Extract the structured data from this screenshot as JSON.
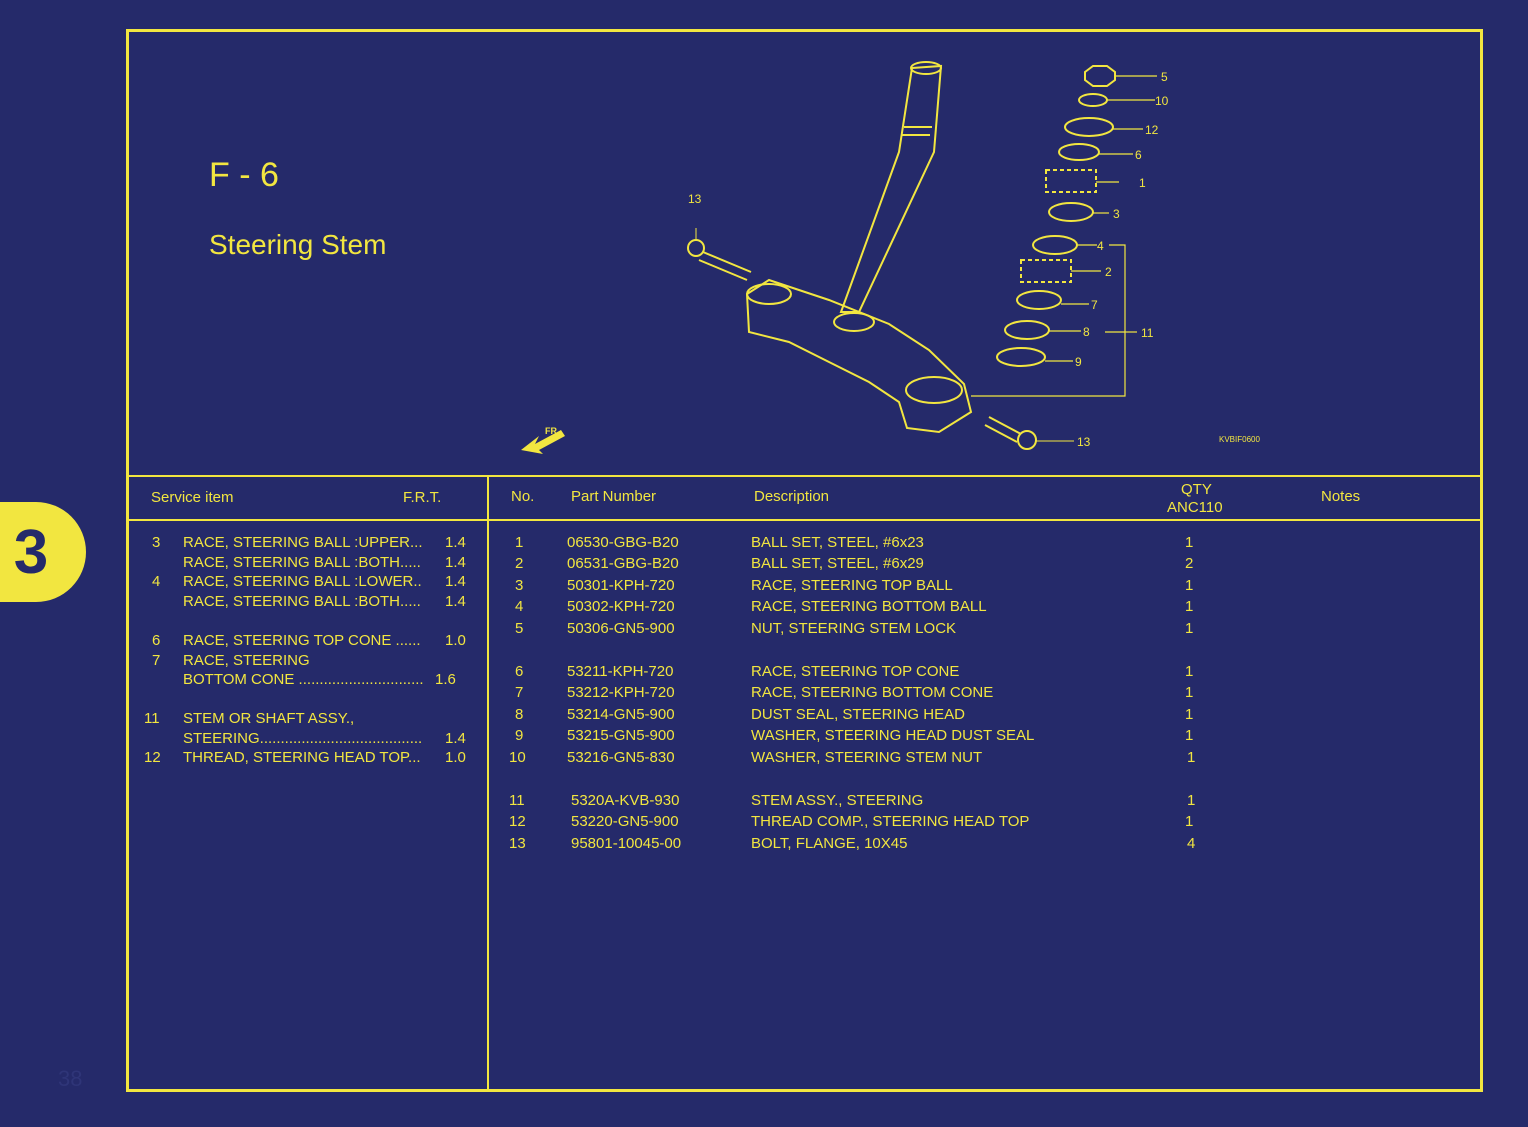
{
  "page": {
    "tab_glyph": "3",
    "page_number": "38"
  },
  "figure": {
    "code": "F - 6",
    "title": "Steering Stem",
    "drawing_code": "KVBIF0600",
    "front_marker": "FR."
  },
  "callouts": {
    "c1": "1",
    "c2": "2",
    "c3": "3",
    "c4": "4",
    "c5": "5",
    "c6": "6",
    "c7": "7",
    "c8": "8",
    "c9": "9",
    "c10": "10",
    "c11": "11",
    "c12": "12",
    "c13": "13"
  },
  "service_table": {
    "headers": {
      "item": "Service item",
      "frt": "F.R.T."
    },
    "rows": [
      {
        "no": "3",
        "desc": "RACE, STEERING BALL :UPPER...",
        "frt": "1.4"
      },
      {
        "no": "",
        "desc": "RACE, STEERING BALL :BOTH.....",
        "frt": "1.4"
      },
      {
        "no": "4",
        "desc": "RACE, STEERING BALL :LOWER..",
        "frt": "1.4"
      },
      {
        "no": "",
        "desc": "RACE, STEERING BALL :BOTH.....",
        "frt": "1.4"
      },
      {
        "no": "6",
        "desc": "RACE, STEERING TOP CONE ......",
        "frt": "1.0"
      },
      {
        "no": "7",
        "desc": "RACE, STEERING",
        "frt": ""
      },
      {
        "no": "",
        "desc": "BOTTOM CONE  ..............................",
        "frt": "1.6"
      },
      {
        "no": "11",
        "desc": "STEM OR SHAFT ASSY.,",
        "frt": ""
      },
      {
        "no": "",
        "desc": "STEERING.......................................",
        "frt": "1.4"
      },
      {
        "no": "12",
        "desc": "THREAD, STEERING HEAD TOP...",
        "frt": "1.0"
      }
    ]
  },
  "parts_table": {
    "headers": {
      "no": "No.",
      "part_number": "Part Number",
      "description": "Description",
      "qty": "QTY",
      "model": "ANC110",
      "notes": "Notes"
    },
    "rows": [
      {
        "no": "1",
        "part": "06530-GBG-B20",
        "desc": "BALL SET, STEEL, #6x23",
        "qty": "1"
      },
      {
        "no": "2",
        "part": "06531-GBG-B20",
        "desc": "BALL SET, STEEL, #6x29",
        "qty": "2"
      },
      {
        "no": "3",
        "part": "50301-KPH-720",
        "desc": "RACE, STEERING TOP BALL",
        "qty": "1"
      },
      {
        "no": "4",
        "part": "50302-KPH-720",
        "desc": "RACE, STEERING BOTTOM BALL",
        "qty": "1"
      },
      {
        "no": "5",
        "part": "50306-GN5-900",
        "desc": "NUT, STEERING STEM LOCK",
        "qty": "1"
      },
      {
        "no": "6",
        "part": "53211-KPH-720",
        "desc": "RACE, STEERING TOP CONE",
        "qty": "1"
      },
      {
        "no": "7",
        "part": "53212-KPH-720",
        "desc": "RACE, STEERING BOTTOM CONE",
        "qty": "1"
      },
      {
        "no": "8",
        "part": "53214-GN5-900",
        "desc": "DUST SEAL, STEERING HEAD",
        "qty": "1"
      },
      {
        "no": "9",
        "part": "53215-GN5-900",
        "desc": "WASHER, STEERING HEAD DUST SEAL",
        "qty": "1"
      },
      {
        "no": "10",
        "part": "53216-GN5-830",
        "desc": "WASHER, STEERING STEM NUT",
        "qty": "1"
      },
      {
        "no": "11",
        "part": "5320A-KVB-930",
        "desc": "STEM ASSY., STEERING",
        "qty": "1"
      },
      {
        "no": "12",
        "part": "53220-GN5-900",
        "desc": "THREAD COMP., STEERING HEAD    TOP",
        "qty": "1"
      },
      {
        "no": "13",
        "part": "95801-10045-00",
        "desc": "BOLT, FLANGE, 10X45",
        "qty": "4"
      }
    ]
  },
  "colors": {
    "background": "#252a6a",
    "ink": "#f2e640"
  }
}
